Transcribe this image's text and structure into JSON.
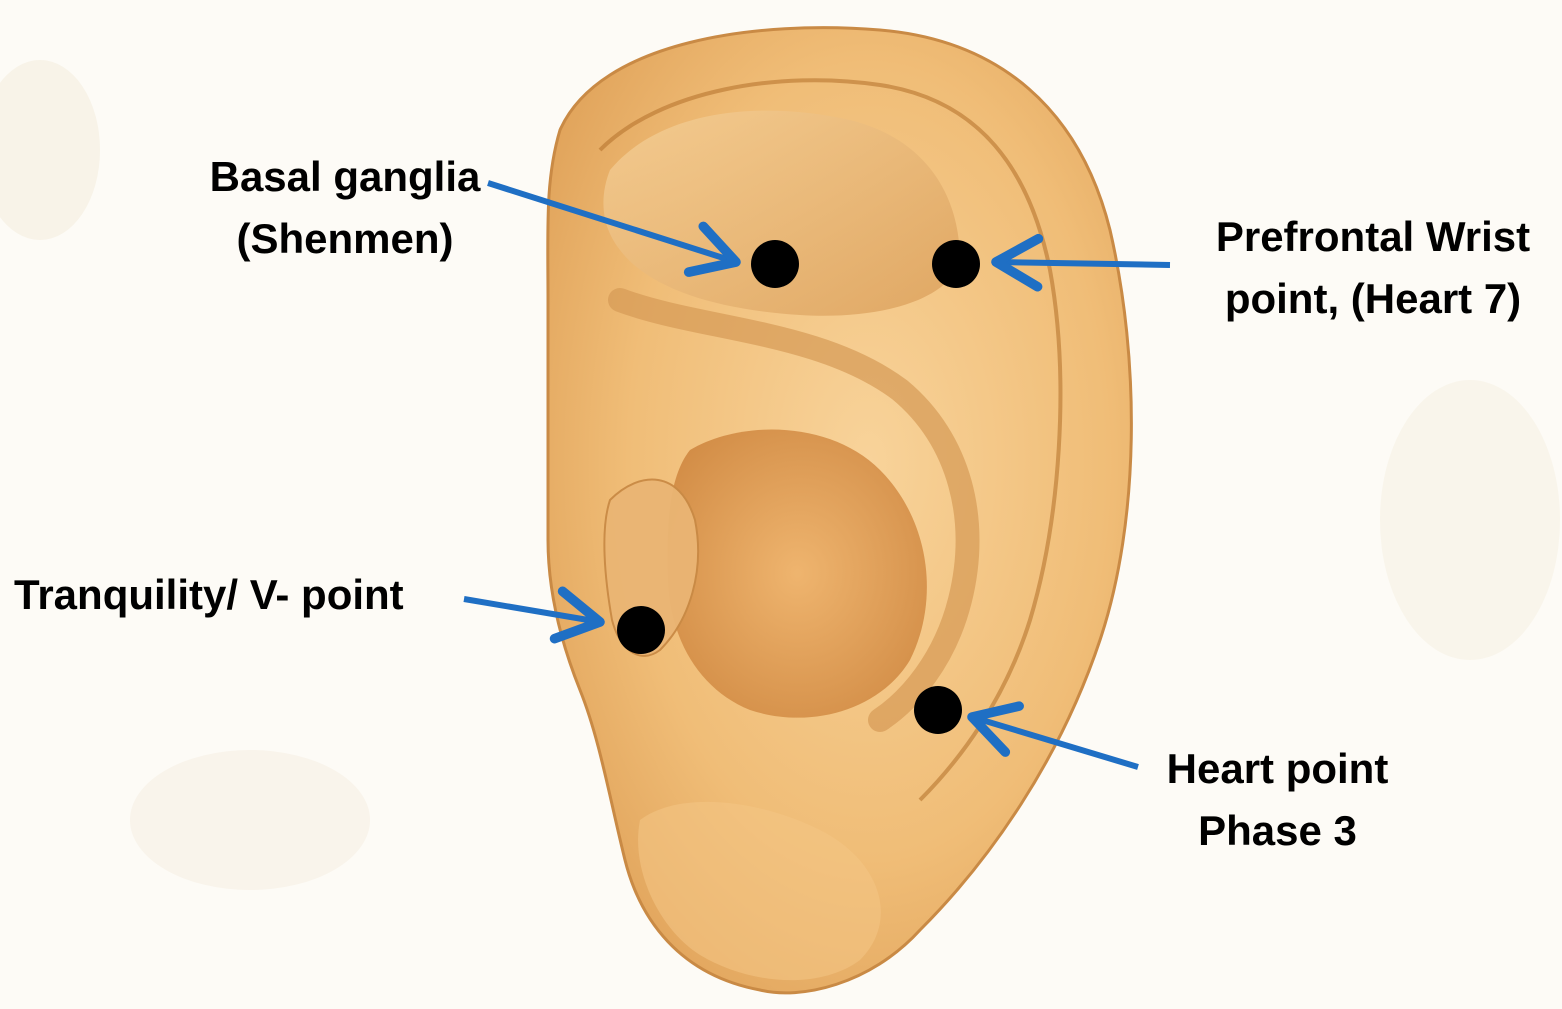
{
  "points": {
    "basal_ganglia": {
      "line1": "Basal ganglia",
      "line2": "(Shenmen)"
    },
    "prefrontal_wrist": {
      "line1": "Prefrontal Wrist",
      "line2": "point, (Heart 7)"
    },
    "tranquility": {
      "line1": "Tranquility/ V- point"
    },
    "heart_point": {
      "line1": "Heart point",
      "line2": "Phase 3"
    }
  },
  "colors": {
    "arrow": "#1f6fc4",
    "dot": "#000000",
    "label_text": "#000000",
    "ear_skin": "#f2bf78",
    "background": "#fdfbf6"
  }
}
